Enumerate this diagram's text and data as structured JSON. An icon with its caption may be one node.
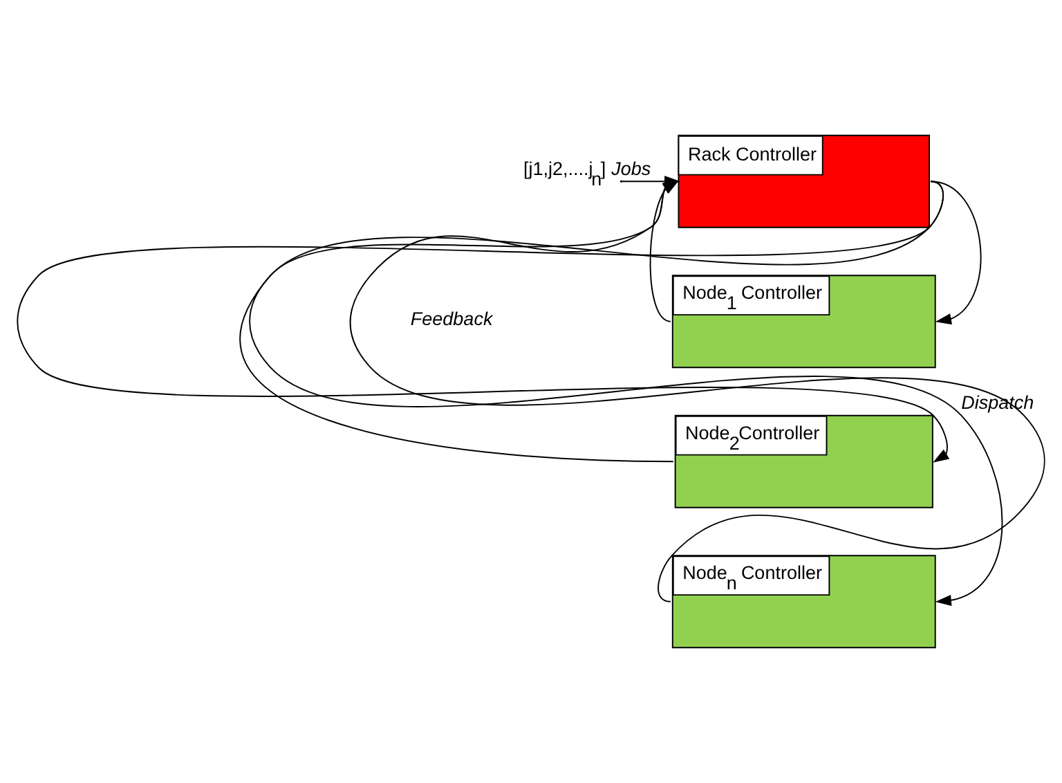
{
  "diagram": {
    "nodes": [
      {
        "text": [
          "Rack Controller"
        ]
      },
      {
        "text": [
          "Node$_{1}$ Controller"
        ]
      },
      {
        "text": [
          "Node$_{2}$Controller"
        ]
      },
      {
        "text": [
          "Node$_{n}$ Controller"
        ]
      }
    ],
    "edges": [
      {
        "from": null,
        "to": 0,
        "arrow": "to",
        "label": "[j1,j2,....j$_{n}$] *Jobs*"
      },
      {
        "from": 0,
        "to": 1,
        "arrow": "to"
      },
      {
        "from": 0,
        "to": 2,
        "arrow": "to"
      },
      {
        "from": 0,
        "to": 3,
        "arrow": "to",
        "label": "*Dispatch*"
      },
      {
        "from": 1,
        "to": 0,
        "arrow": "to"
      },
      {
        "from": 2,
        "to": 0,
        "arrow": "to"
      },
      {
        "from": 3,
        "to": 0,
        "arrow": "to"
      }
    ],
    "labels": [
      "Feedback"
    ]
  }
}
